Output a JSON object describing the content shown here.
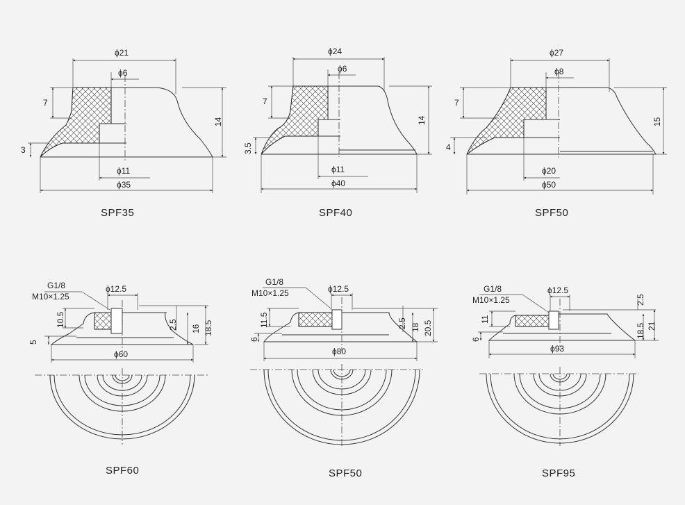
{
  "cups": [
    {
      "name": "SPF35",
      "d_top": "ϕ21",
      "d_hole": "ϕ6",
      "d_base": "ϕ11",
      "d_total": "ϕ35",
      "h_left": "7",
      "h_lip": "3",
      "h_right": "14"
    },
    {
      "name": "SPF40",
      "d_top": "ϕ24",
      "d_hole": "ϕ6",
      "d_base": "ϕ11",
      "d_total": "ϕ40",
      "h_left": "7",
      "h_lip": "3.5",
      "h_right": "14"
    },
    {
      "name": "SPF50",
      "d_top": "ϕ27",
      "d_hole": "ϕ8",
      "d_base": "ϕ20",
      "d_total": "ϕ50",
      "h_left": "7",
      "h_lip": "4",
      "h_right": "15"
    },
    {
      "name": "SPF60",
      "thread1": "G1/8",
      "thread2": "M10×1.25",
      "d_top": "ϕ12.5",
      "d_total": "ϕ60",
      "h_left": "10.5",
      "h_lip": "5",
      "h_inner": "2.5",
      "h_mid": "16",
      "h_total": "18.5"
    },
    {
      "name": "SPF50",
      "thread1": "G1/8",
      "thread2": "M10×1.25",
      "d_top": "ϕ12.5",
      "d_total": "ϕ80",
      "h_left": "11.5",
      "h_lip": "6",
      "h_inner": "2.5",
      "h_mid": "18",
      "h_total": "20.5"
    },
    {
      "name": "SPF95",
      "thread1": "G1/8",
      "thread2": "M10×1.25",
      "d_top": "ϕ12.5",
      "d_total": "ϕ93",
      "h_left": "11",
      "h_lip": "6",
      "h_inner": "2.5",
      "h_mid": "18.5",
      "h_total": "21"
    }
  ]
}
